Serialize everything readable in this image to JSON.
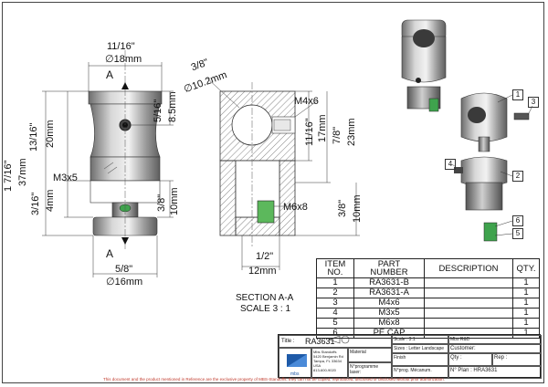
{
  "drawing": {
    "front_view": {
      "top_dim_in": "11/16\"",
      "top_dim_mm": "∅18mm",
      "section_marker_top": "A",
      "section_marker_bottom": "A",
      "bottom_dim_in": "5/8\"",
      "bottom_dim_mm": "∅16mm",
      "overall_height_in": "1 7/16\"",
      "overall_height_mm": "37mm",
      "upper_height_in": "13/16\"",
      "upper_height_mm": "20mm",
      "hole_dist_in": "5/16\"",
      "hole_dist_mm": "8.5mm",
      "lower_height_in": "3/16\"",
      "lower_height_mm": "4mm",
      "stem_height_in": "3/8\"",
      "stem_height_mm": "10mm",
      "screw_label": "M3x5"
    },
    "section_view": {
      "bore_in": "3/8\"",
      "bore_mm": "∅10.2mm",
      "set_screw": "M4x6",
      "h1_in": "11/16\"",
      "h1_mm": "17mm",
      "h2_in": "7/8\"",
      "h2_mm": "23mm",
      "thread": "M6x8",
      "h3_in": "3/8\"",
      "h3_mm": "10mm",
      "width_in": "1/2\"",
      "width_mm": "12mm",
      "caption_line1": "SECTION A-A",
      "caption_line2": "SCALE 3 : 1"
    },
    "exploded_view": {
      "balloons": [
        "1",
        "2",
        "3",
        "4",
        "5",
        "6"
      ]
    }
  },
  "bom": {
    "headers": [
      "ITEM NO.",
      "PART NUMBER",
      "DESCRIPTION",
      "QTY."
    ],
    "header_lines": [
      [
        "ITEM",
        "NO."
      ],
      [
        "PART",
        "NUMBER"
      ],
      [
        "DESCRIPTION"
      ],
      [
        "QTY."
      ]
    ],
    "rows": [
      [
        "1",
        "RA3631-B",
        "",
        "1"
      ],
      [
        "2",
        "RA3631-A",
        "",
        "1"
      ],
      [
        "3",
        "M4x6",
        "",
        "1"
      ],
      [
        "4",
        "M3x5",
        "",
        "1"
      ],
      [
        "5",
        "M6x8",
        "",
        "1"
      ],
      [
        "6",
        "PE CAP",
        "",
        "1"
      ]
    ]
  },
  "title_block": {
    "title_label": "Title :",
    "title_value": "RA3631",
    "scale": "Scale : 3:1",
    "department": "Mbs R&D",
    "sizes": "Sizes : Letter Landscape",
    "customer": "Customer:",
    "finish": "Finish",
    "material": "Material",
    "qty": "Qty :",
    "rep": "Rep :",
    "company_address": "Mbs Standoffs\n5420 Benjamin Rd\nTampa, FL 33634\nUSA\n813-600-9020",
    "programmer": "N°programme laser:",
    "mecanum": "N°prog. Mécanum.",
    "plan_no": "N° Plan : HRA3631",
    "logo_text": "mbs"
  },
  "footer": {
    "notice": "This document and the product mentioned in Reference are the exclusive property of MBS-Standoffs; they can not be copied, reproduced, disclosed or disclosed without prior authorization."
  }
}
